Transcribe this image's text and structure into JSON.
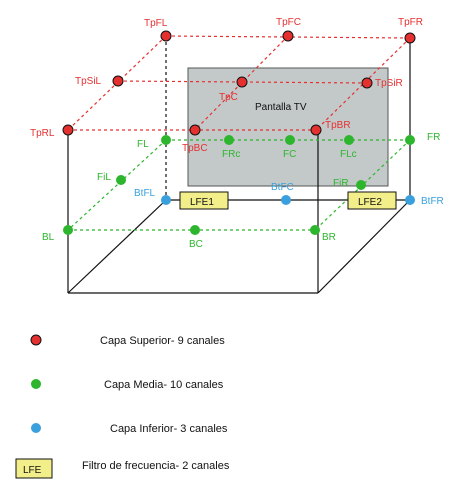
{
  "colors": {
    "top": "#e53030",
    "mid": "#2db52d",
    "bottom": "#3aa0dd",
    "lfe_fill": "#f2ee8a",
    "screen_fill": "#c3c9c9"
  },
  "screen": {
    "label": "Pantalla TV"
  },
  "top_layer": {
    "tpfl": "TpFL",
    "tpfc": "TpFC",
    "tpfr": "TpFR",
    "tpsil": "TpSiL",
    "tpc": "TpC",
    "tpsir": "TpSiR",
    "tprl": "TpRL",
    "tpbc": "TpBC",
    "tpbr": "TpBR"
  },
  "mid_layer": {
    "fl": "FL",
    "frc": "FRc",
    "fc": "FC",
    "flc": "FLc",
    "fr": "FR",
    "fil": "FiL",
    "fir": "FiR",
    "bl": "BL",
    "bc": "BC",
    "br": "BR"
  },
  "bottom_layer": {
    "btfl": "BtFL",
    "btfc": "BtFC",
    "btfr": "BtFR"
  },
  "lfe": {
    "lfe1": "LFE1",
    "lfe2": "LFE2"
  },
  "legend": {
    "top": "Capa Superior- 9 canales",
    "mid": "Capa Media- 10 canales",
    "bottom": "Capa Inferior- 3 canales",
    "lfe_box": "LFE",
    "lfe_text": "Filtro de frecuencia- 2 canales"
  }
}
